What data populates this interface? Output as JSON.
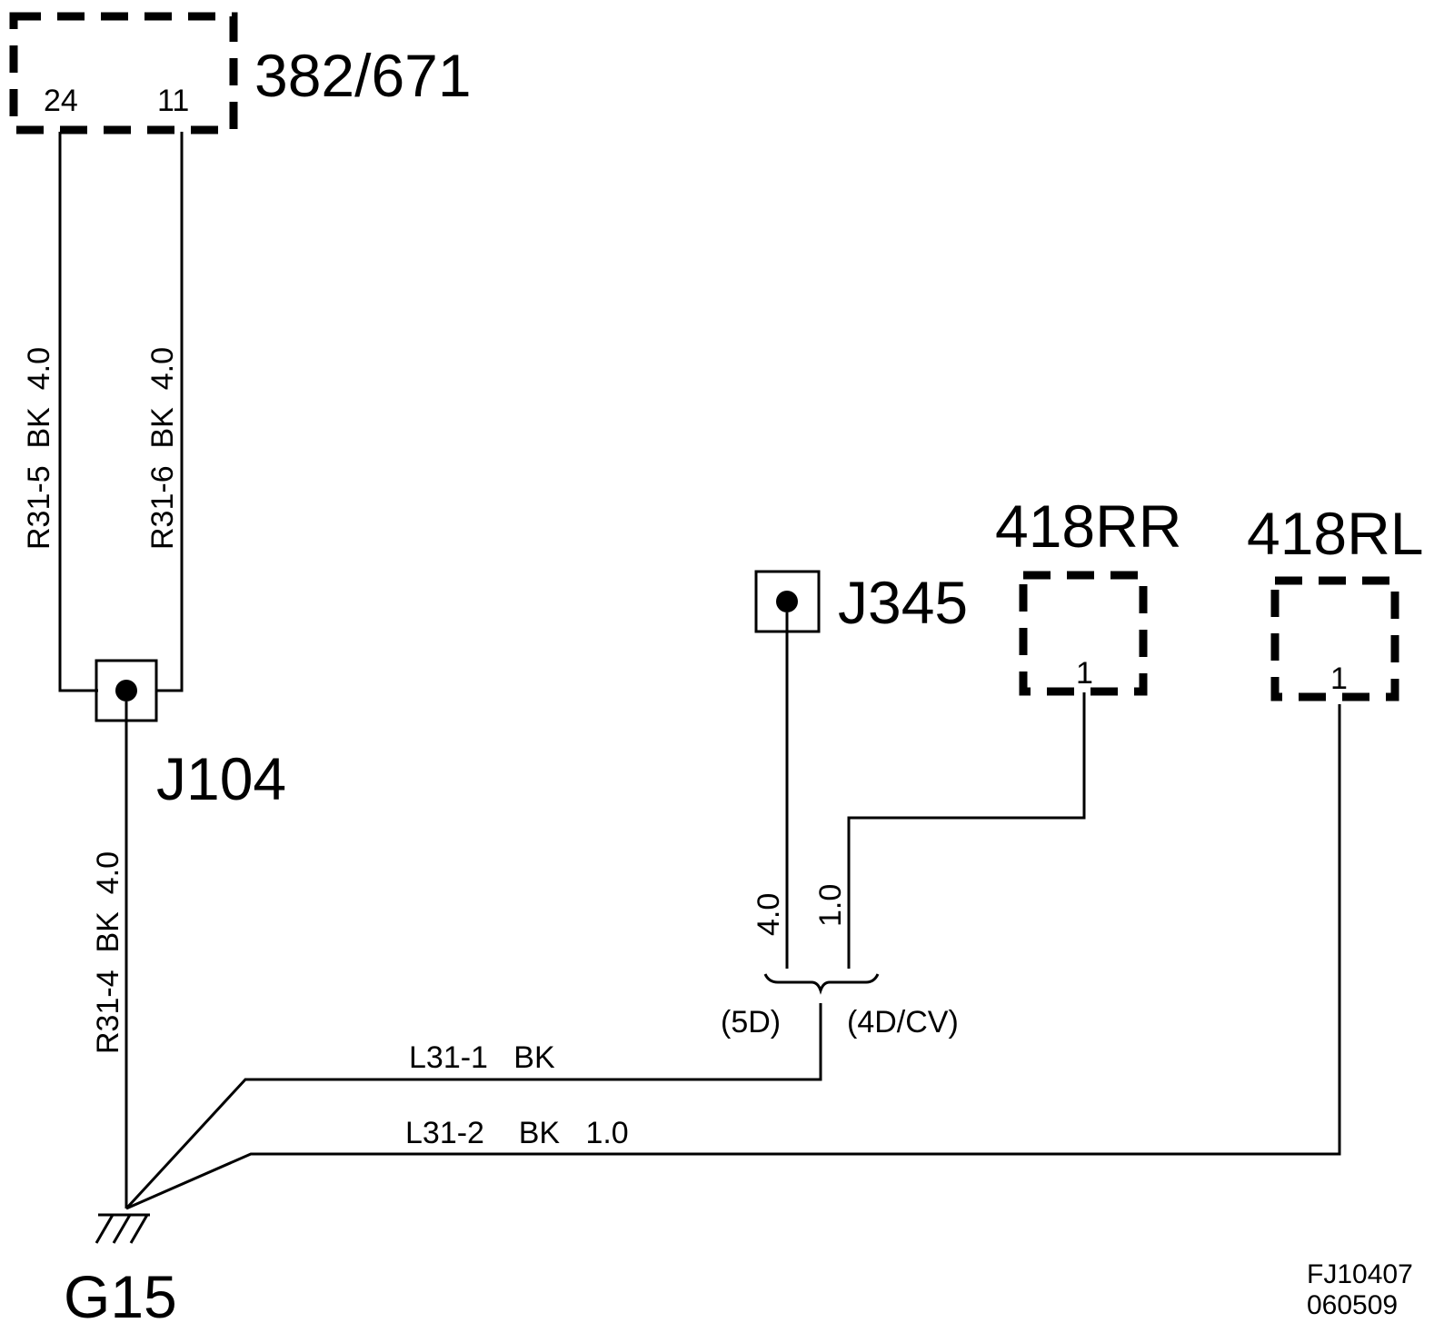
{
  "components": {
    "top_module": {
      "label": "382/671",
      "pins": [
        "24",
        "11"
      ]
    },
    "j104": {
      "label": "J104"
    },
    "j345": {
      "label": "J345"
    },
    "r418rr": {
      "label": "418RR",
      "pin": "1"
    },
    "r418rl": {
      "label": "418RL",
      "pin": "1"
    },
    "ground": {
      "label": "G15"
    }
  },
  "wires": {
    "r31_5": "R31-5  BK  4.0",
    "r31_6": "R31-6  BK  4.0",
    "r31_4": "R31-4  BK  4.0",
    "l31_1": "L31-1   BK",
    "l31_2": "L31-2    BK   1.0",
    "size_5d": "4.0",
    "size_4dcv": "1.0",
    "variant_5d": "(5D)",
    "variant_4dcv": "(4D/CV)"
  },
  "footer": {
    "figure_id": "FJ10407",
    "date_code": "060509"
  },
  "colors": {
    "line": "#000000",
    "background": "#ffffff"
  }
}
